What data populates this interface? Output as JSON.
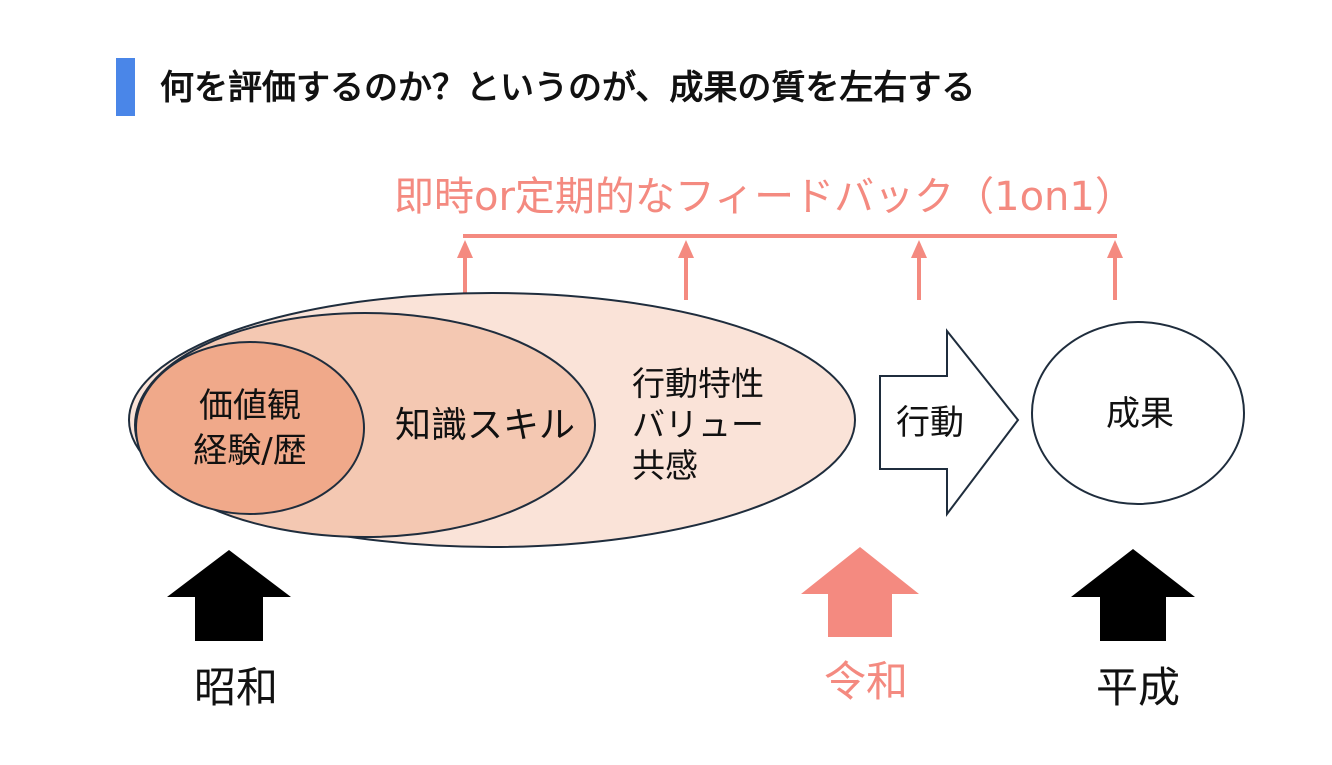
{
  "title": "何を評価するのか？というのが、成果の質を左右する",
  "feedback_label": "即時or定期的なフィードバック（1on1）",
  "layers": {
    "inner": [
      "価値観",
      "経験/歴"
    ],
    "middle": "知識スキル",
    "outer": [
      "行動特性",
      "バリュー",
      "共感"
    ]
  },
  "action_label": "行動",
  "result_label": "成果",
  "eras": {
    "showa": "昭和",
    "reiwa": "令和",
    "heisei": "平成"
  },
  "colors": {
    "accent_blue": "#4a86e8",
    "salmon": "#f48a80",
    "inner_fill": "#f0a98a",
    "middle_fill": "#f4c8b2",
    "outer_fill": "#fae3d8",
    "black": "#000000"
  },
  "icons": [
    "feedback-arrow-icon",
    "up-arrow-icon",
    "right-arrow-icon"
  ]
}
